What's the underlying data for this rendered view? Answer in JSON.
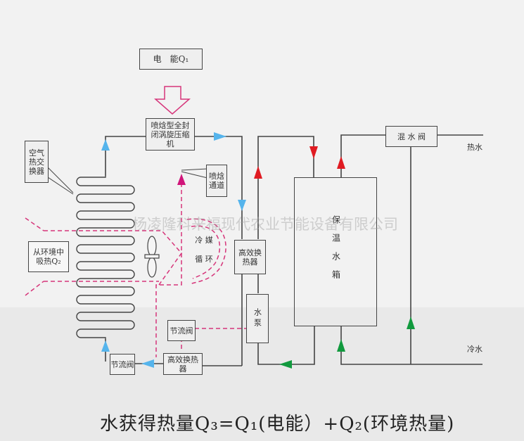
{
  "title": "空气能热泵热水系统原理图",
  "boxes": {
    "electric_energy": "电　能Q₁",
    "compressor": "喷焓型全封闭涡旋压缩机",
    "air_heat_exchanger": "空气热交换器",
    "injection_channel": "喷焓通道",
    "absorb_heat": "从环境中吸热Q₂",
    "refrigerant_cycle_line1": "冷 媒",
    "refrigerant_cycle_line2": "循 环",
    "hx_right": "高效换热器",
    "water_pump": "水泵",
    "tank": "保温水箱",
    "mix_valve": "混 水 阀",
    "throttle_top": "节流阀",
    "throttle_left": "节流阀",
    "hx_bottom": "高效换热器"
  },
  "labels": {
    "hot_water": "热水",
    "cold_water": "冷水"
  },
  "watermark": "杨凌隆科来福现代农业节能设备有限公司",
  "caption": "水获得热量Q₃=Q₁(电能）+Q₂(环境热量)",
  "colors": {
    "pipe": "#444444",
    "refrigerant_dashed": "#d6357a",
    "arrow_blue": "#55b4ec",
    "arrow_red": "#e01b22",
    "arrow_green": "#119a3e",
    "arrow_magenta": "#d0157a"
  }
}
